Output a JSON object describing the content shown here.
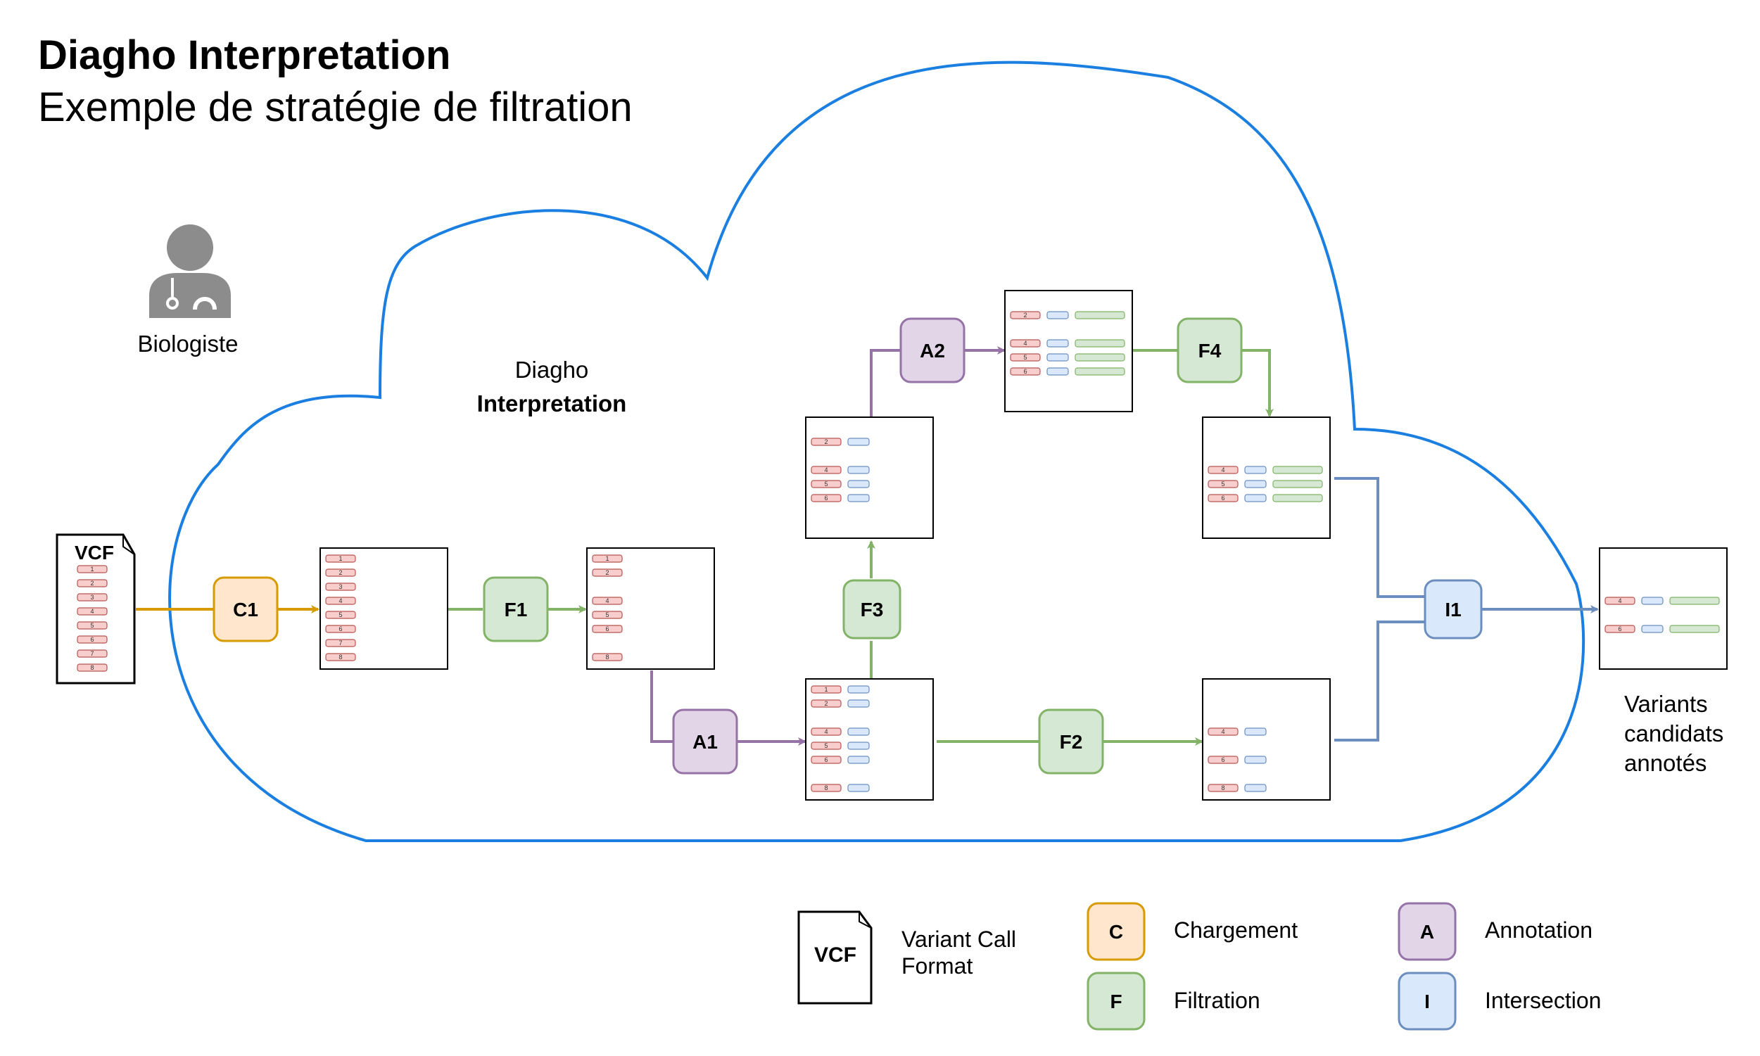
{
  "header": {
    "title": "Diagho Interpretation",
    "subtitle": "Exemple de stratégie de filtration"
  },
  "actor": {
    "label": "Biologiste",
    "icon": "doctor-icon"
  },
  "cloud": {
    "label_line1": "Diagho",
    "label_line2": "Interpretation"
  },
  "input_doc": {
    "label": "VCF",
    "rows": [
      "1",
      "2",
      "3",
      "4",
      "5",
      "6",
      "7",
      "8"
    ]
  },
  "steps": {
    "C1": "C1",
    "F1": "F1",
    "A1": "A1",
    "F2": "F2",
    "F3": "F3",
    "A2": "A2",
    "F4": "F4",
    "I1": "I1"
  },
  "tables": {
    "after_c1": [
      "1",
      "2",
      "3",
      "4",
      "5",
      "6",
      "7",
      "8"
    ],
    "after_f1": [
      "1",
      "2",
      "4",
      "5",
      "6",
      "8"
    ],
    "after_a1": [
      "1",
      "2",
      "4",
      "5",
      "6",
      "8"
    ],
    "after_f3": [
      "2",
      "4",
      "5",
      "6"
    ],
    "after_a2": [
      "2",
      "4",
      "5",
      "6"
    ],
    "after_f4": [
      "4",
      "5",
      "6"
    ],
    "after_f2": [
      "4",
      "6",
      "8"
    ],
    "output": [
      "4",
      "6"
    ]
  },
  "output": {
    "label_line1": "Variants",
    "label_line2": "candidats",
    "label_line3": "annotés"
  },
  "legend": {
    "vcf_badge": "VCF",
    "vcf_line1": "Variant Call",
    "vcf_line2": "Format",
    "C": {
      "badge": "C",
      "text": "Chargement"
    },
    "F": {
      "badge": "F",
      "text": "Filtration"
    },
    "A": {
      "badge": "A",
      "text": "Annotation"
    },
    "I": {
      "badge": "I",
      "text": "Intersection"
    }
  },
  "colors": {
    "cloud": "#1a7fe0",
    "chargement_fill": "#ffe6cc",
    "chargement_stroke": "#d79b00",
    "filtration_fill": "#d5e8d4",
    "filtration_stroke": "#82b366",
    "annotation_fill": "#e1d5e7",
    "annotation_stroke": "#9673a6",
    "intersection_fill": "#dae8fc",
    "intersection_stroke": "#6c8ebf",
    "row_red_fill": "#f8cecc",
    "row_red_stroke": "#b85450"
  }
}
